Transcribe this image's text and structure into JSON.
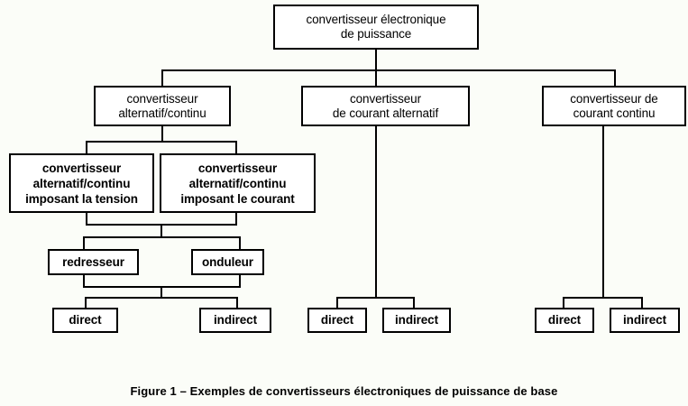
{
  "figure": {
    "caption": "Figure 1 – Exemples de convertisseurs électroniques de puissance de base",
    "background_color": "#fbfdf8",
    "line_color": "#000000",
    "box_fill_color": "#ffffff",
    "text_color": "#000000"
  },
  "diagram": {
    "type": "tree",
    "root": {
      "id": "root",
      "label": "convertisseur électronique\nde puissance"
    },
    "level2": [
      {
        "id": "ac-dc",
        "label": "convertisseur\nalternatif/continu"
      },
      {
        "id": "ac-current",
        "label": "convertisseur\nde courant alternatif"
      },
      {
        "id": "dc-current",
        "label": "convertisseur de\ncourant continu"
      }
    ],
    "level3": [
      {
        "id": "ac-dc-voltage",
        "label": "convertisseur\nalternatif/continu\nimposant la tension"
      },
      {
        "id": "ac-dc-current",
        "label": "convertisseur\nalternatif/continu\nimposant le courant"
      }
    ],
    "level4": [
      {
        "id": "redresseur",
        "label": "redresseur"
      },
      {
        "id": "onduleur",
        "label": "onduleur"
      }
    ],
    "leaves": {
      "branch_ac_dc": [
        {
          "id": "acdc-direct",
          "label": "direct"
        },
        {
          "id": "acdc-indirect",
          "label": "indirect"
        }
      ],
      "branch_ac_current": [
        {
          "id": "ac-direct",
          "label": "direct"
        },
        {
          "id": "ac-indirect",
          "label": "indirect"
        }
      ],
      "branch_dc_current": [
        {
          "id": "dc-direct",
          "label": "direct"
        },
        {
          "id": "dc-indirect",
          "label": "indirect"
        }
      ]
    }
  }
}
